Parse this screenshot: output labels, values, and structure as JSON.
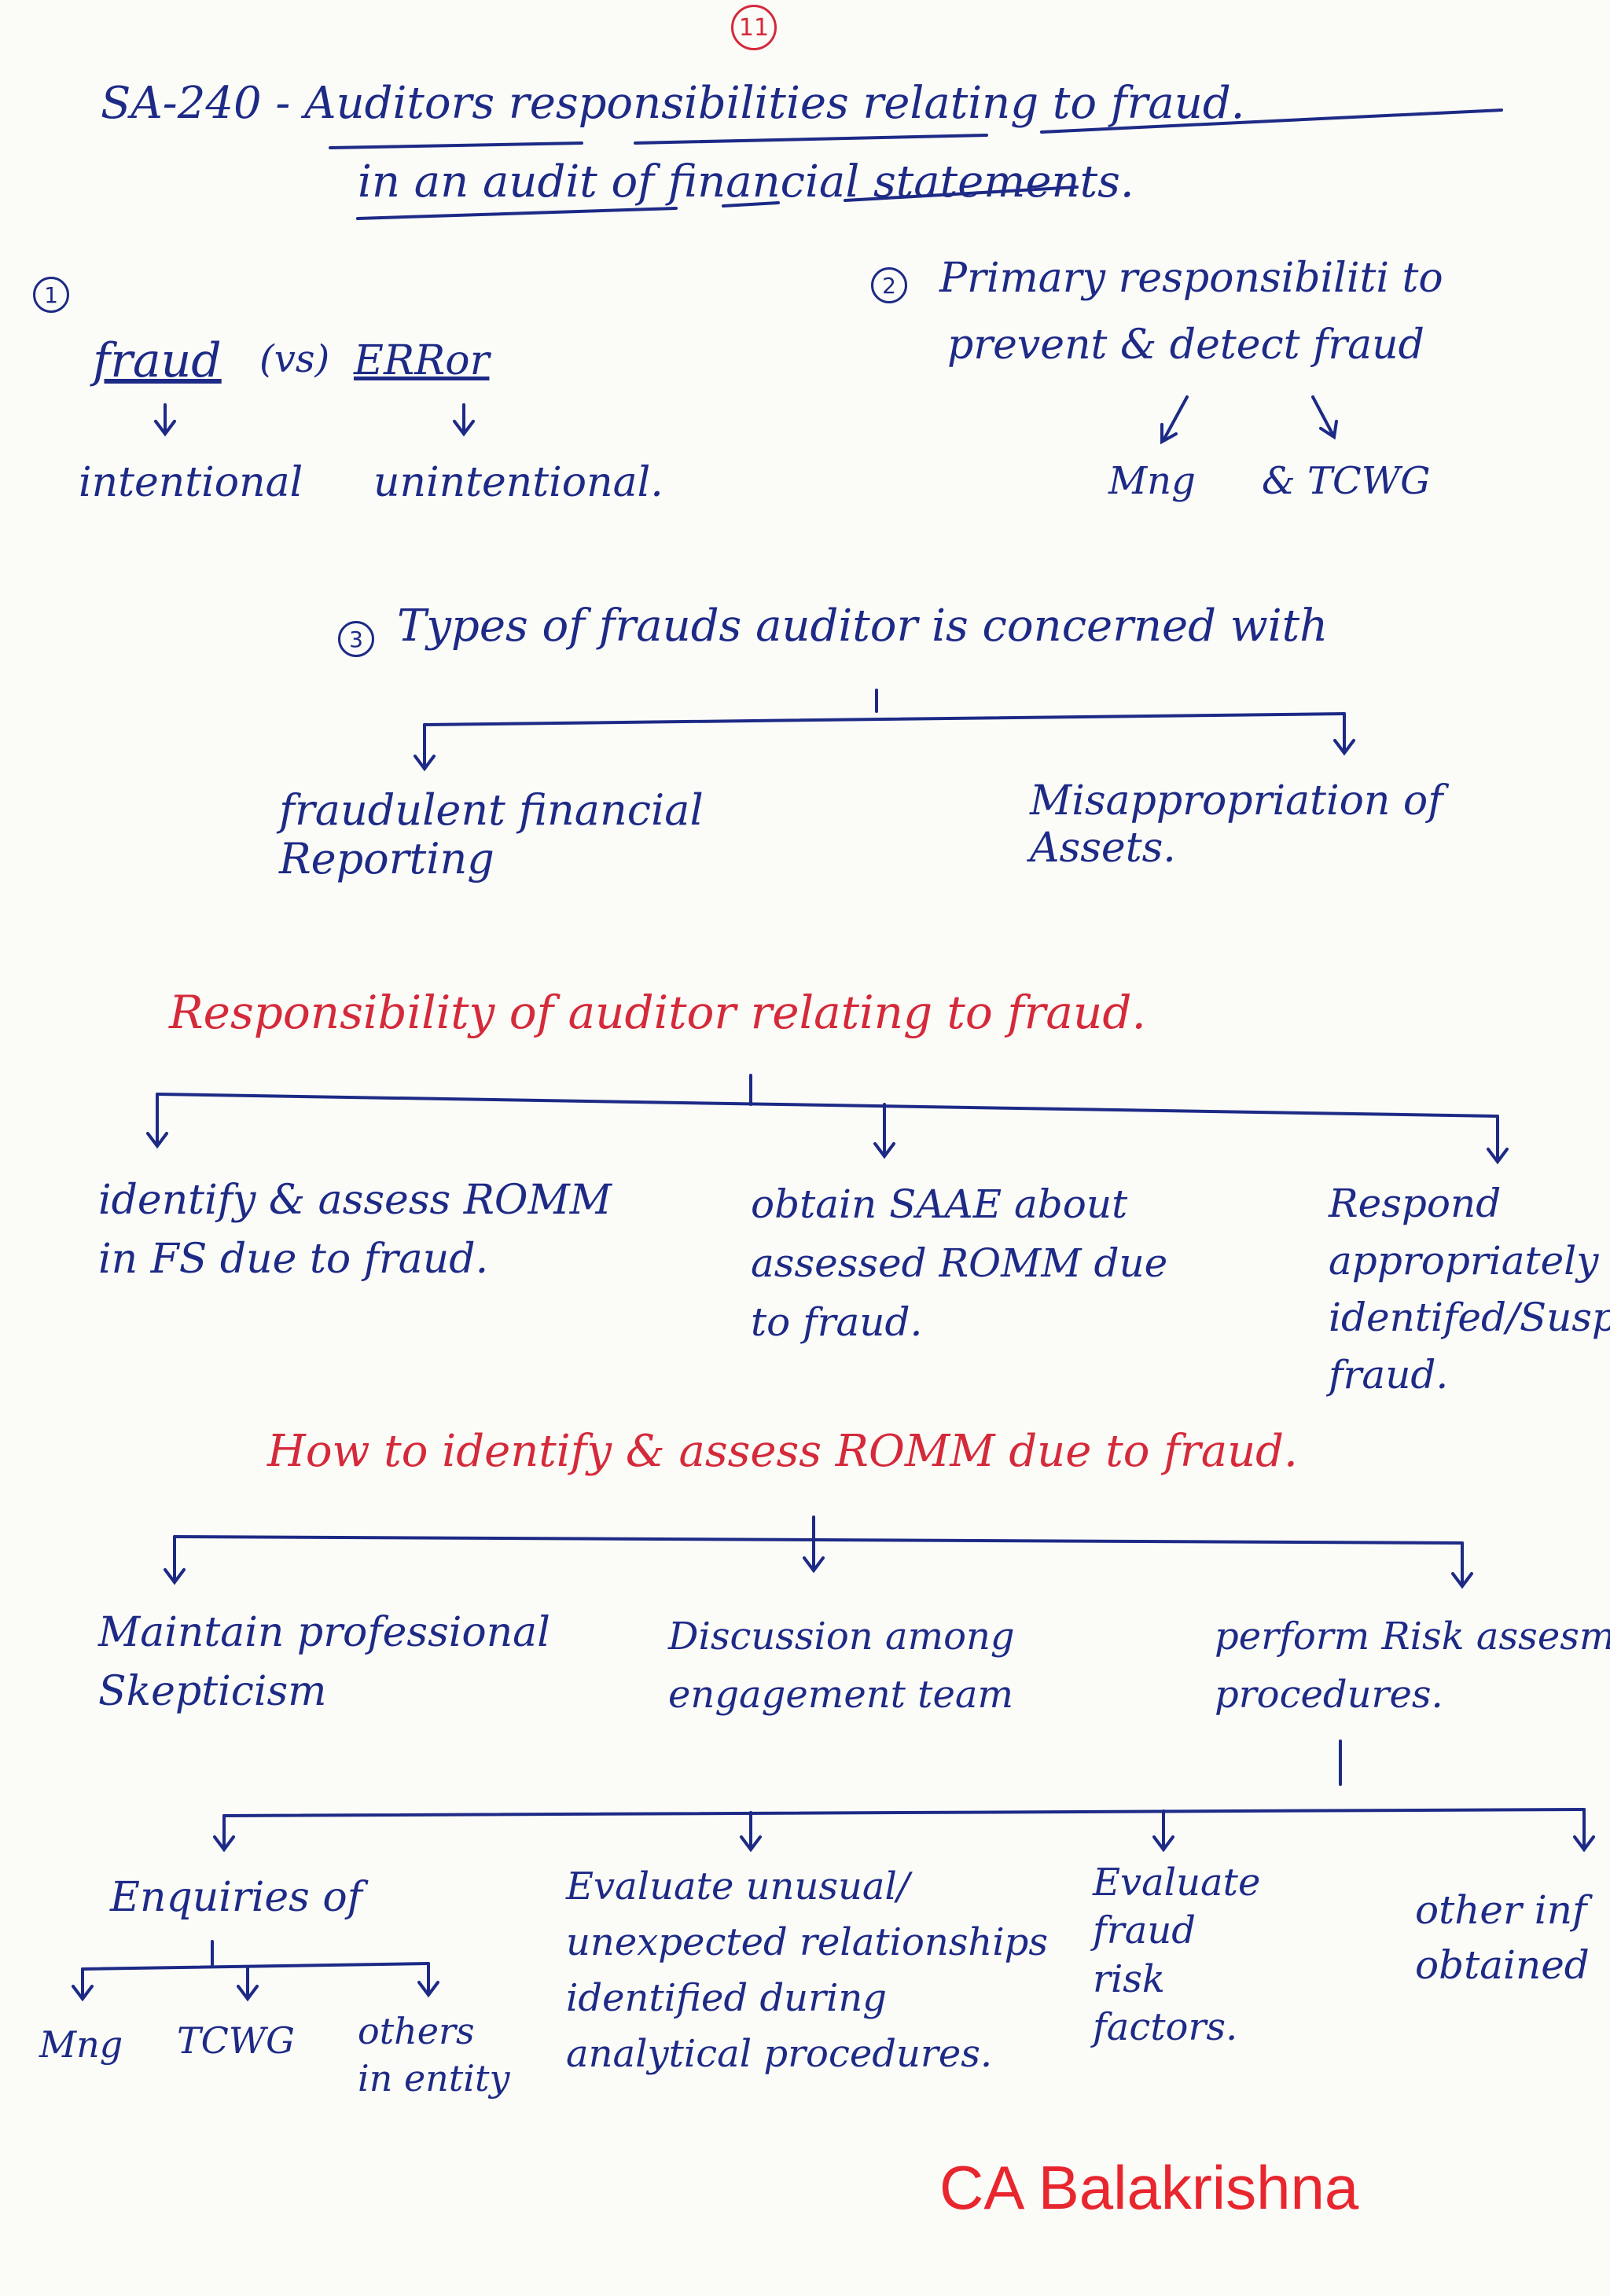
{
  "page_number": "11",
  "title": {
    "line1": "SA-240 - Auditors responsibilities relating to fraud.",
    "line2": "in an audit of financial statements."
  },
  "section1": {
    "num": "1",
    "fraud": "fraud",
    "vs": "(vs)",
    "error": "ERRor",
    "fraud_type": "intentional",
    "error_type": "unintentional."
  },
  "section2": {
    "num": "2",
    "text_line1": "Primary responsibiliti to",
    "text_line2": "prevent & detect fraud",
    "party1": "Mng",
    "party2": "& TCWG"
  },
  "section3": {
    "num": "3",
    "heading": "Types of frauds auditor is concerned with",
    "type1": "fraudulent financial\nReporting",
    "type2": "Misappropriation of\nAssets."
  },
  "responsibility": {
    "heading": "Responsibility of auditor relating to fraud.",
    "item1": "identify & assess ROMM\nin FS due to fraud.",
    "item2": "obtain SAAE about\nassessed ROMM due\nto fraud.",
    "item3": "Respond\nappropriately t\nidentifed/Suspe\nfraud."
  },
  "how": {
    "heading": "How to identify & assess ROMM due to fraud.",
    "item1": "Maintain professional\nSkepticism",
    "item2": "Discussion among\nengagement team",
    "item3": "perform Risk assesm\nprocedures."
  },
  "procedures": {
    "enquiries": "Enquiries of",
    "enq_sub1": "Mng",
    "enq_sub2": "TCWG",
    "enq_sub3": "others\nin entity",
    "item2": "Evaluate unusual/\nunexpected relationships\nidentified during\nanalytical procedures.",
    "item3": "Evaluate\nfraud\nrisk\nfactors.",
    "item4": "other inf\nobtained"
  },
  "author": "CA Balakrishna",
  "colors": {
    "ink_blue": "#1d2a86",
    "ink_red": "#d42a3a",
    "signature": "#e8262e"
  }
}
